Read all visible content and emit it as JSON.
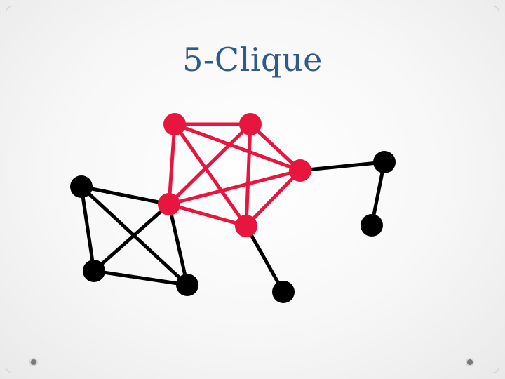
{
  "slide": {
    "title": "5-Clique"
  },
  "graph": {
    "colors": {
      "clique": "#e8163e",
      "other": "#000000"
    },
    "nodes": [
      {
        "id": "c1",
        "group": "clique"
      },
      {
        "id": "c2",
        "group": "clique"
      },
      {
        "id": "c3",
        "group": "clique"
      },
      {
        "id": "c4",
        "group": "clique"
      },
      {
        "id": "c5",
        "group": "clique"
      },
      {
        "id": "b1",
        "group": "other"
      },
      {
        "id": "b2",
        "group": "other"
      },
      {
        "id": "b3",
        "group": "other"
      },
      {
        "id": "b4",
        "group": "other"
      },
      {
        "id": "b5",
        "group": "other"
      },
      {
        "id": "b6",
        "group": "other"
      },
      {
        "id": "b7",
        "group": "other"
      }
    ],
    "edges": [
      [
        "c1",
        "c2"
      ],
      [
        "c1",
        "c3"
      ],
      [
        "c1",
        "c4"
      ],
      [
        "c1",
        "c5"
      ],
      [
        "c2",
        "c3"
      ],
      [
        "c2",
        "c4"
      ],
      [
        "c2",
        "c5"
      ],
      [
        "c3",
        "c4"
      ],
      [
        "c3",
        "c5"
      ],
      [
        "c4",
        "c5"
      ],
      [
        "c3",
        "b5"
      ],
      [
        "b5",
        "b6"
      ],
      [
        "c5",
        "b7"
      ],
      [
        "b1",
        "c4"
      ],
      [
        "b1",
        "b2"
      ],
      [
        "b1",
        "b3"
      ],
      [
        "c4",
        "b2"
      ],
      [
        "c4",
        "b3"
      ],
      [
        "b2",
        "b3"
      ]
    ]
  }
}
